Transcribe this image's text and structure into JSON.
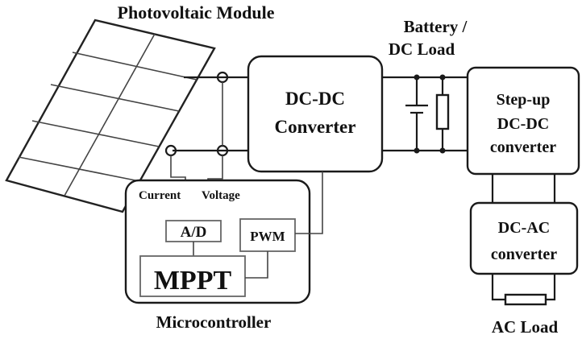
{
  "labels": {
    "pv_module": "Photovoltaic Module",
    "battery_line1": "Battery /",
    "battery_line2": "DC Load",
    "dcdc_line1": "DC-DC",
    "dcdc_line2": "Converter",
    "stepup_line1": "Step-up",
    "stepup_line2": "DC-DC",
    "stepup_line3": "converter",
    "dcac_line1": "DC-AC",
    "dcac_line2": "converter",
    "ac_load": "AC Load",
    "current": "Current",
    "voltage": "Voltage",
    "ad": "A/D",
    "pwm": "PWM",
    "mppt": "MPPT",
    "microcontroller": "Microcontroller"
  },
  "colors": {
    "line": "#1a1a1a",
    "text": "#111111",
    "background": "#ffffff"
  }
}
